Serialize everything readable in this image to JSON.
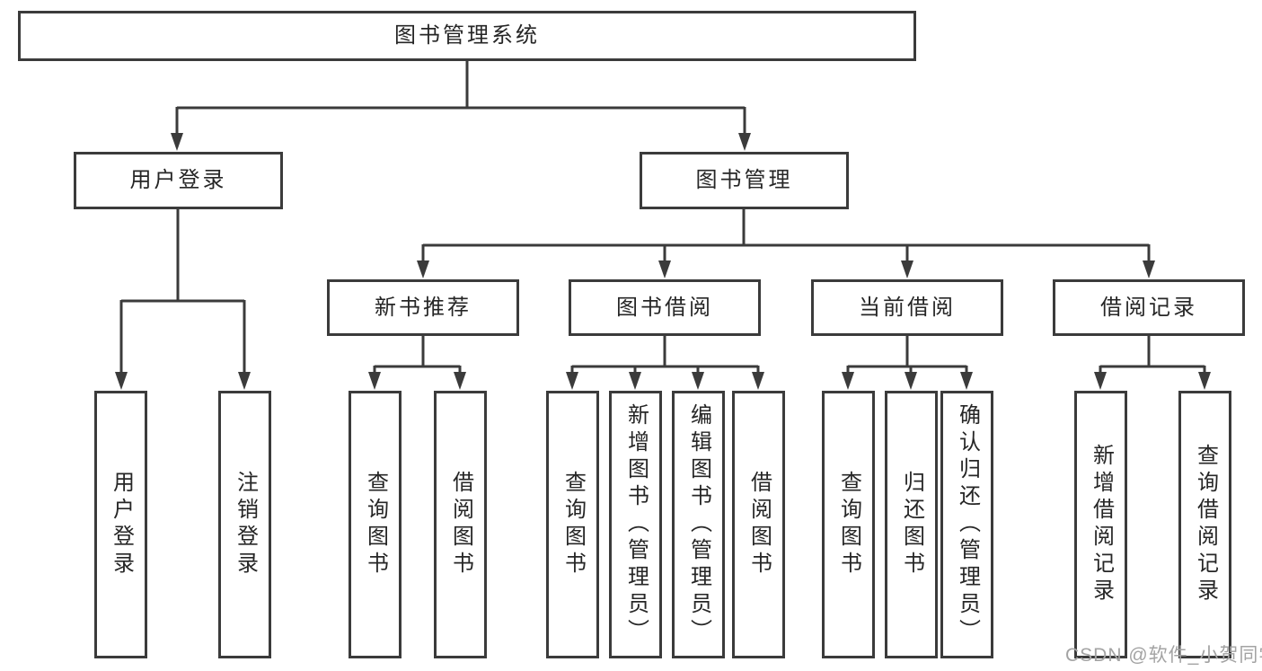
{
  "diagram": {
    "root": {
      "label": "图书管理系统"
    },
    "user_login": {
      "label": "用户登录",
      "children": {
        "login": {
          "label": "用户登录"
        },
        "logout": {
          "label": "注销登录"
        }
      }
    },
    "book_management": {
      "label": "图书管理",
      "new_book_recommendation": {
        "label": "新书推荐",
        "children": {
          "query_books": {
            "label": "查询图书"
          },
          "borrow_books": {
            "label": "借阅图书"
          }
        }
      },
      "book_borrowing": {
        "label": "图书借阅",
        "children": {
          "query_books": {
            "label": "查询图书"
          },
          "add_books_admin": {
            "label": "新增图书（管理员）"
          },
          "edit_books_admin": {
            "label": "编辑图书（管理员）"
          },
          "borrow_books": {
            "label": "借阅图书"
          }
        }
      },
      "current_borrowing": {
        "label": "当前借阅",
        "children": {
          "query_books": {
            "label": "查询图书"
          },
          "return_books": {
            "label": "归还图书"
          },
          "confirm_return_admin": {
            "label": "确认归还（管理员）"
          }
        }
      },
      "borrowing_records": {
        "label": "借阅记录",
        "children": {
          "add_borrowing_record": {
            "label": "新增借阅记录"
          },
          "query_borrowing_record": {
            "label": "查询借阅记录"
          }
        }
      }
    },
    "watermark": "CSDN @软件_小贺同学"
  },
  "colors": {
    "line": "#3b3b3b",
    "text": "#262626",
    "watermark": "#a3a3a3",
    "background": "#ffffff"
  }
}
